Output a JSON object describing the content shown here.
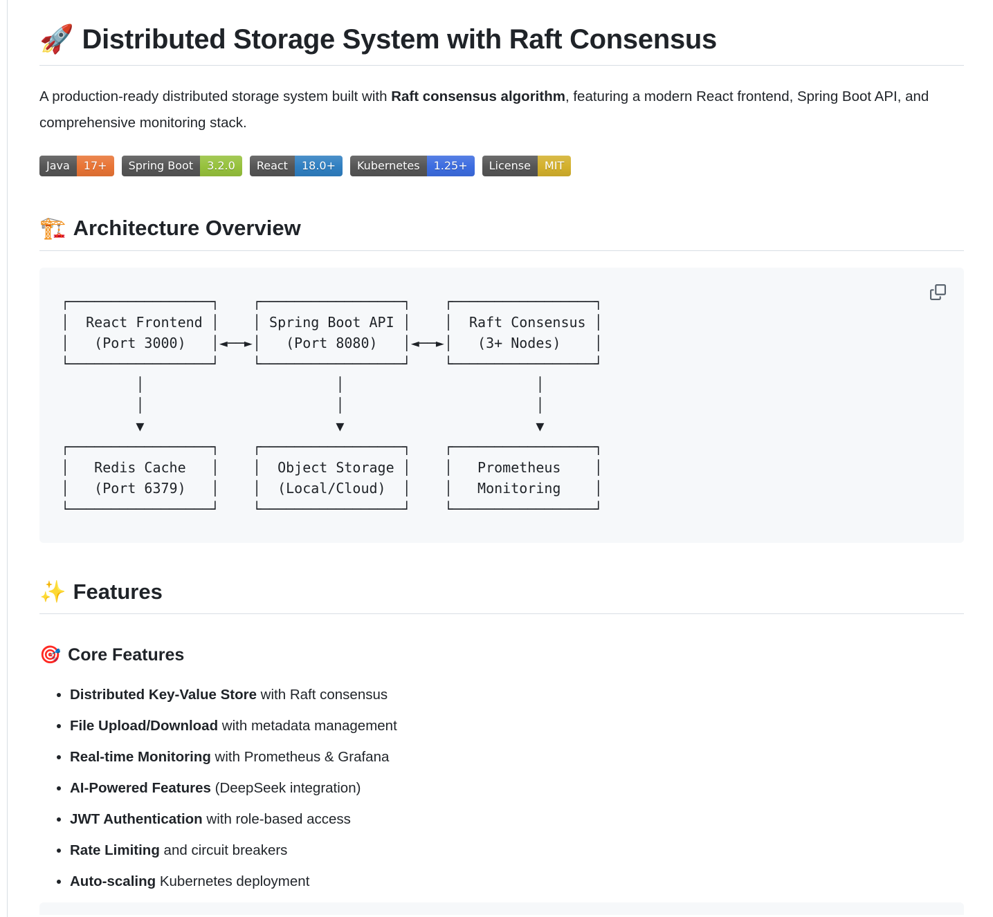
{
  "page": {
    "title": {
      "icon": "🚀",
      "text": "Distributed Storage System with Raft Consensus"
    },
    "intro": {
      "pre": "A production-ready distributed storage system built with ",
      "bold": "Raft consensus algorithm",
      "post": ", featuring a modern React frontend, Spring Boot API, and comprehensive monitoring stack."
    },
    "badges": [
      {
        "label": "Java",
        "value": "17+",
        "color": "#e87435"
      },
      {
        "label": "Spring Boot",
        "value": "3.2.0",
        "color": "#96c13c"
      },
      {
        "label": "React",
        "value": "18.0+",
        "color": "#2f7fc1"
      },
      {
        "label": "Kubernetes",
        "value": "1.25+",
        "color": "#3c6ce0"
      },
      {
        "label": "License",
        "value": "MIT",
        "color": "#d3b02c"
      }
    ],
    "sections": {
      "architecture": {
        "icon": "🏗️",
        "title": "Architecture Overview"
      },
      "features": {
        "icon": "✨",
        "title": "Features"
      },
      "core_features": {
        "icon": "🎯",
        "title": "Core Features"
      }
    },
    "diagram": {
      "copy_icon": "copy",
      "lines": [
        "┌─────────────────┐    ┌─────────────────┐    ┌─────────────────┐",
        "│  React Frontend │    │ Spring Boot API │    │  Raft Consensus │",
        "│   (Port 3000)   │◄──►│   (Port 8080)   │◄──►│   (3+ Nodes)    │",
        "└─────────────────┘    └─────────────────┘    └─────────────────┘",
        "         │                       │                       │",
        "         │                       │                       │",
        "         ▼                       ▼                       ▼",
        "┌─────────────────┐    ┌─────────────────┐    ┌─────────────────┐",
        "│   Redis Cache   │    │  Object Storage │    │   Prometheus    │",
        "│   (Port 6379)   │    │  (Local/Cloud)  │    │   Monitoring    │",
        "└─────────────────┘    └─────────────────┘    └─────────────────┘"
      ]
    },
    "features_list": [
      {
        "bold": "Distributed Key-Value Store",
        "rest": " with Raft consensus"
      },
      {
        "bold": "File Upload/Download",
        "rest": " with metadata management"
      },
      {
        "bold": "Real-time Monitoring",
        "rest": " with Prometheus & Grafana"
      },
      {
        "bold": "AI-Powered Features",
        "rest": " (DeepSeek integration)"
      },
      {
        "bold": "JWT Authentication",
        "rest": " with role-based access"
      },
      {
        "bold": "Rate Limiting",
        "rest": " and circuit breakers"
      },
      {
        "bold": "Auto-scaling",
        "rest": " Kubernetes deployment"
      }
    ]
  }
}
